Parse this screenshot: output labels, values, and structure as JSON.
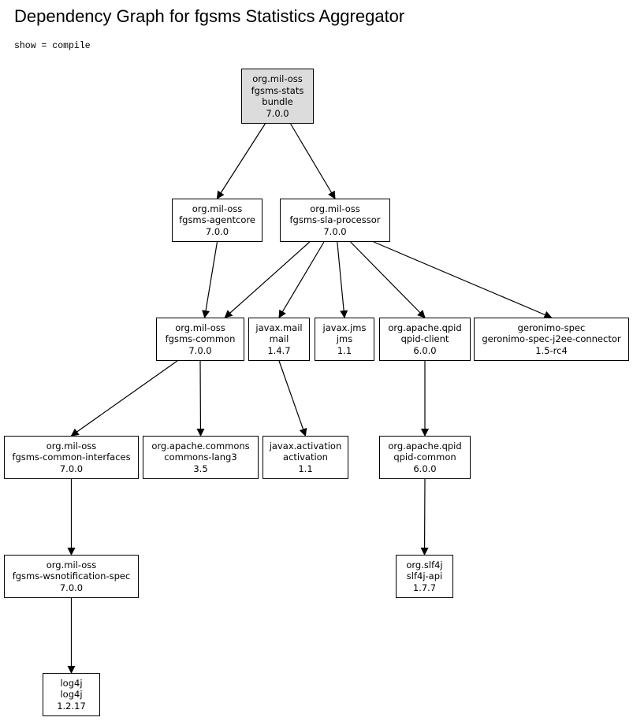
{
  "header": {
    "title": "Dependency Graph for fgsms Statistics Aggregator",
    "subtitle": "show = compile"
  },
  "colors": {
    "root_fill": "#dcdcdc",
    "node_fill": "#ffffff",
    "stroke": "#000000"
  },
  "nodes": {
    "stats_bundle": {
      "group": "org.mil-oss",
      "artifact": "fgsms-stats",
      "packaging": "bundle",
      "version": "7.0.0"
    },
    "agentcore": {
      "group": "org.mil-oss",
      "artifact": "fgsms-agentcore",
      "version": "7.0.0"
    },
    "sla_processor": {
      "group": "org.mil-oss",
      "artifact": "fgsms-sla-processor",
      "version": "7.0.0"
    },
    "common": {
      "group": "org.mil-oss",
      "artifact": "fgsms-common",
      "version": "7.0.0"
    },
    "javax_mail": {
      "group": "javax.mail",
      "artifact": "mail",
      "version": "1.4.7"
    },
    "javax_jms": {
      "group": "javax.jms",
      "artifact": "jms",
      "version": "1.1"
    },
    "qpid_client": {
      "group": "org.apache.qpid",
      "artifact": "qpid-client",
      "version": "6.0.0"
    },
    "geronimo": {
      "group": "geronimo-spec",
      "artifact": "geronimo-spec-j2ee-connector",
      "version": "1.5-rc4"
    },
    "common_interfaces": {
      "group": "org.mil-oss",
      "artifact": "fgsms-common-interfaces",
      "version": "7.0.0"
    },
    "commons_lang3": {
      "group": "org.apache.commons",
      "artifact": "commons-lang3",
      "version": "3.5"
    },
    "activation": {
      "group": "javax.activation",
      "artifact": "activation",
      "version": "1.1"
    },
    "qpid_common": {
      "group": "org.apache.qpid",
      "artifact": "qpid-common",
      "version": "6.0.0"
    },
    "wsnotification": {
      "group": "org.mil-oss",
      "artifact": "fgsms-wsnotification-spec",
      "version": "7.0.0"
    },
    "slf4j": {
      "group": "org.slf4j",
      "artifact": "slf4j-api",
      "version": "1.7.7"
    },
    "log4j": {
      "group": "log4j",
      "artifact": "log4j",
      "version": "1.2.17"
    }
  },
  "edges": [
    {
      "from": "stats_bundle",
      "to": "agentcore"
    },
    {
      "from": "stats_bundle",
      "to": "sla_processor"
    },
    {
      "from": "agentcore",
      "to": "common"
    },
    {
      "from": "sla_processor",
      "to": "common"
    },
    {
      "from": "sla_processor",
      "to": "javax_mail"
    },
    {
      "from": "sla_processor",
      "to": "javax_jms"
    },
    {
      "from": "sla_processor",
      "to": "qpid_client"
    },
    {
      "from": "sla_processor",
      "to": "geronimo"
    },
    {
      "from": "common",
      "to": "common_interfaces"
    },
    {
      "from": "common",
      "to": "commons_lang3"
    },
    {
      "from": "javax_mail",
      "to": "activation"
    },
    {
      "from": "qpid_client",
      "to": "qpid_common"
    },
    {
      "from": "common_interfaces",
      "to": "wsnotification"
    },
    {
      "from": "qpid_common",
      "to": "slf4j"
    },
    {
      "from": "wsnotification",
      "to": "log4j"
    }
  ]
}
